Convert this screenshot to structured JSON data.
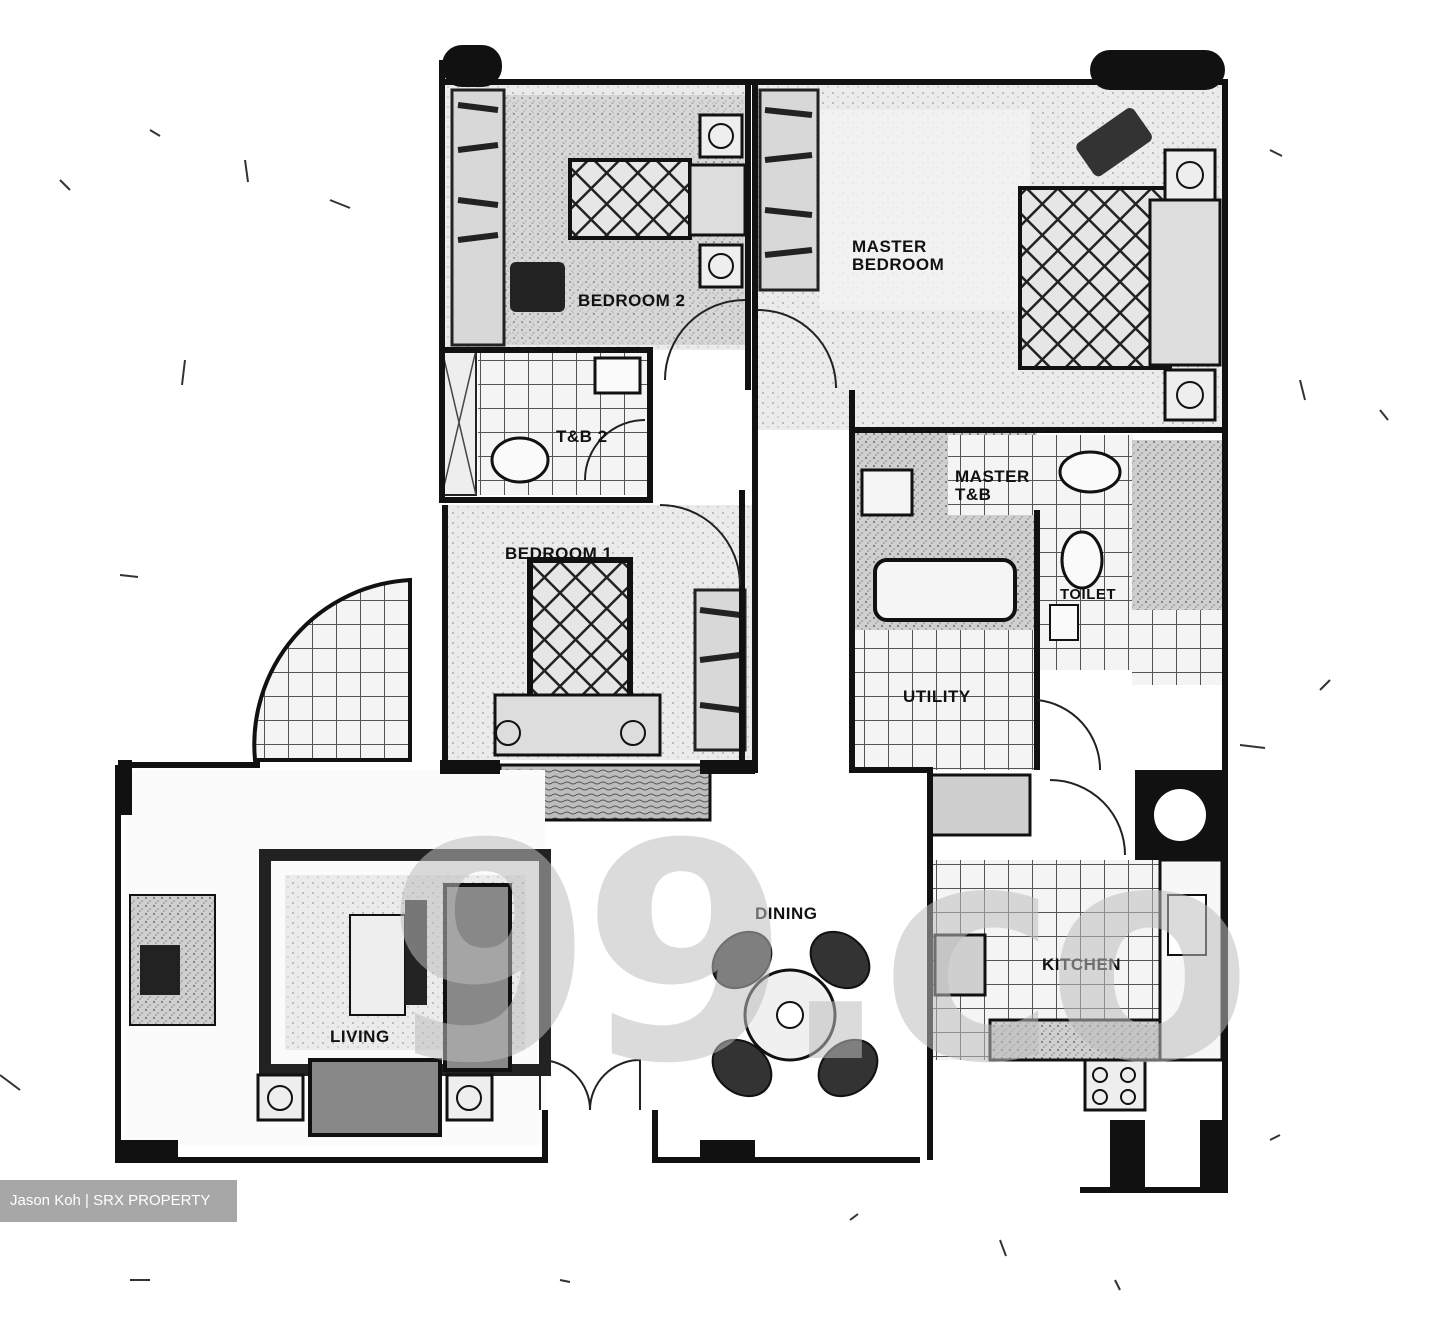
{
  "rooms": {
    "master_bedroom": "MASTER\nBEDROOM",
    "bedroom_2": "BEDROOM 2",
    "tb_2": "T&B 2",
    "bedroom_1": "BEDROOM 1",
    "master_tb": "MASTER\nT&B",
    "toilet": "TOILET",
    "utility": "UTILITY",
    "dining": "DINING",
    "kitchen": "KITCHEN",
    "living": "LIVING"
  },
  "watermark": "99.co",
  "credit": "Jason Koh | SRX PROPERTY",
  "colors": {
    "wall": "#111111",
    "tile_grid": "#444444",
    "speckle": "#8a8a8a",
    "credit_bg": "#a7a7a7"
  }
}
